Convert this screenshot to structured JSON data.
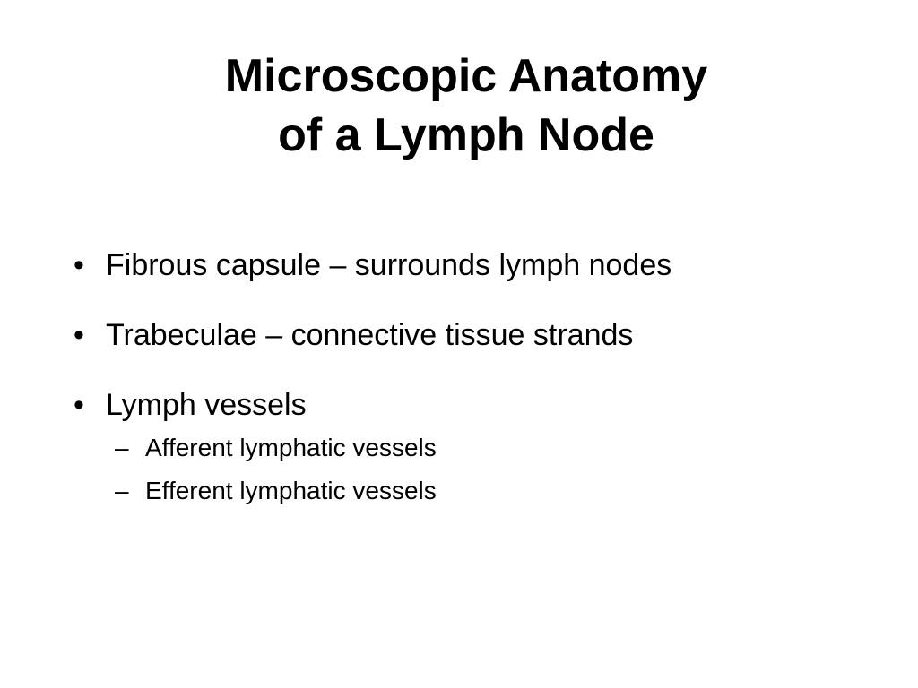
{
  "slide": {
    "title_lines": [
      "Microscopic Anatomy",
      "of a Lymph Node"
    ],
    "bullets": [
      {
        "marker": "•",
        "text": "Fibrous capsule – surrounds lymph nodes"
      },
      {
        "marker": "•",
        "text": "Trabeculae – connective tissue strands"
      },
      {
        "marker": "•",
        "text": "Lymph vessels",
        "sub_items": [
          {
            "marker": "–",
            "text": "Afferent lymphatic vessels"
          },
          {
            "marker": "–",
            "text": "Efferent lymphatic vessels"
          }
        ]
      }
    ]
  }
}
